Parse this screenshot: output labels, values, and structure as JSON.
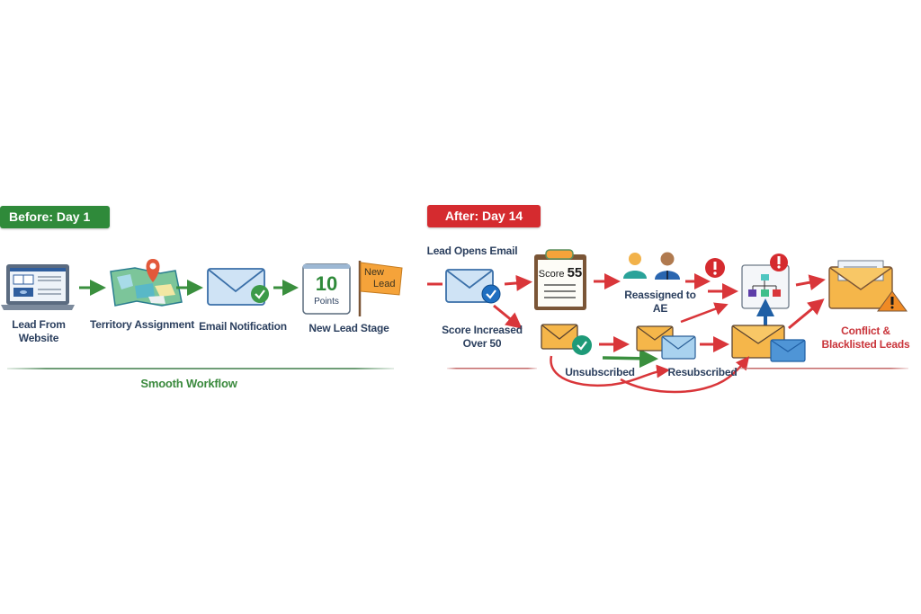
{
  "before": {
    "badge": "Before: Day 1",
    "steps": [
      {
        "label_lines": [
          "Lead From",
          "Website"
        ],
        "icon": "laptop-icon"
      },
      {
        "label_lines": [
          "Territory Assignment"
        ],
        "icon": "map-pin-icon"
      },
      {
        "label_lines": [
          "Email Notification"
        ],
        "icon": "email-check-icon"
      },
      {
        "label_lines": [
          "New Lead Stage"
        ],
        "icon": "points-flag-icon"
      }
    ],
    "points_card": {
      "value": "10",
      "unit": "Points"
    },
    "flag_text": [
      "New",
      "Lead"
    ],
    "footer": "Smooth Workflow"
  },
  "after": {
    "badge": "After: Day 14",
    "labels": {
      "lead_opens_email": "Lead Opens Email",
      "score_increased": [
        "Score Increased",
        "Over 50"
      ],
      "reassigned": [
        "Reassigned to",
        "AE"
      ],
      "unsubscribed": "Unsubscribed",
      "resubscribed": "Resubscribed",
      "conflict": [
        "Conflict &",
        "Blacklisted Leads"
      ]
    },
    "score_card": {
      "prefix": "Score",
      "value": "55"
    }
  },
  "colors": {
    "before_accent": "#2f8a3a",
    "after_accent": "#d52b2f",
    "label_text": "#2b3f5e",
    "conflict_text": "#c9343a",
    "arrow_green": "#3a8f3e",
    "arrow_red": "#d9363a"
  }
}
